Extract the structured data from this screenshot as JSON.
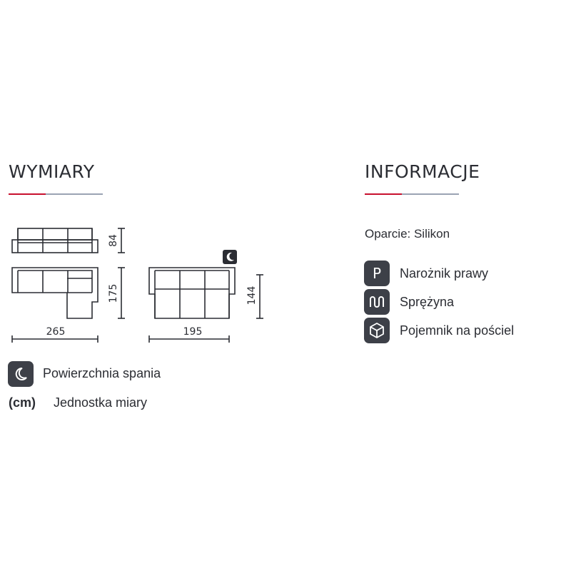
{
  "colors": {
    "accent_red": "#c8102e",
    "accent_grey": "#9aa3b3",
    "icon_bg": "#3d4048",
    "text": "#2b2d33"
  },
  "dimensions": {
    "title": "WYMIARY",
    "sofa_height": "84",
    "corner_depth": "175",
    "corner_width": "265",
    "bed_depth": "144",
    "bed_width": "195",
    "legend": {
      "sleep_icon": "moon-icon",
      "sleep_label": "Powierzchnia spania",
      "unit_symbol": "(cm)",
      "unit_label": "Jednostka miary"
    }
  },
  "info": {
    "title": "INFORMACJE",
    "backrest": "Oparcie: Silikon",
    "features": [
      {
        "icon": "p-letter-icon",
        "glyph": "P",
        "label": "Narożnik prawy"
      },
      {
        "icon": "spring-icon",
        "label": "Sprężyna"
      },
      {
        "icon": "box-icon",
        "label": "Pojemnik na pościel"
      }
    ]
  }
}
